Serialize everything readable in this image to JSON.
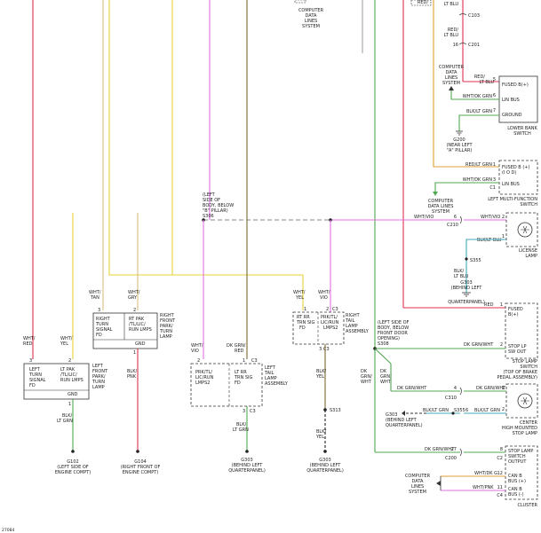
{
  "colors": {
    "red": "#e03050",
    "red_dark": "#c83030",
    "tan": "#d8c080",
    "yellow": "#e8d038",
    "orange": "#e0a030",
    "brown": "#7a6a30",
    "dark_green": "#50a850",
    "light_green": "#78c878",
    "pink": "#e070e0",
    "violet": "#d060d0",
    "blue": "#40a8b8",
    "black": "#333333",
    "grey": "#999999"
  },
  "top": {
    "computer_data_lines_system": [
      "COMPUTER",
      "DATA",
      "LINES",
      "SYSTEM"
    ],
    "red_lt_blu_1": [
      "RED/",
      "LT BLU"
    ],
    "c103": "C103",
    "red_lt_blu_2": [
      "RED/",
      "LT BLU"
    ],
    "c201": "C201",
    "pin_16": "16"
  },
  "lower_bank_switch": {
    "name": [
      "LOWER BANK",
      "SWITCH"
    ],
    "pins": [
      "FUSED B(+)",
      "LIN BUS",
      "GROUND"
    ],
    "pin_nums": [
      "5",
      "6",
      "7"
    ],
    "wires": [
      "RED/ LT BLU",
      "WHT/DK GRN",
      "BLK/LT GRN"
    ],
    "cdl": [
      "COMPUTER",
      "DATA",
      "LINES",
      "SYSTEM"
    ],
    "ground": [
      "G200",
      "(NEAR LEFT",
      "\"A\" PILLAR)"
    ]
  },
  "multifunction_switch": {
    "name": [
      "LEFT MULTI-FUNCTION",
      "SWITCH"
    ],
    "pins": [
      "FUSED B (+)",
      "(I O D)",
      "LIN BUS"
    ],
    "pin_nums": [
      "1",
      "3"
    ],
    "wires": [
      "RED/LT GRN",
      "WHT/DK GRN"
    ],
    "connector": "C1",
    "cdl": [
      "COMPUTER",
      "DATA LINES",
      "SYSTEM"
    ]
  },
  "splice_s306": {
    "note": [
      "(LEFT",
      "SIDE OF",
      "BODY, BELOW",
      "\"B\" PILLAR)"
    ],
    "splice": "S306",
    "wire": "WHT/VIO",
    "c210": "C210",
    "pin_6": "6"
  },
  "license_lamp": {
    "name": [
      "LICENSE",
      "LAMP"
    ],
    "wires": [
      "WHT/VIO",
      "BLK/LT BLU",
      "BLK/",
      "LT BLU"
    ],
    "pin_nums": [
      "2",
      "1"
    ],
    "ground": [
      "G303",
      "(BEHIND LEFT",
      "QUARTERPANEL)"
    ],
    "splice": "S355"
  },
  "left_turn_signal": {
    "name": [
      "LEFT",
      "TURN",
      "SIGNAL",
      "FD"
    ],
    "name2": [
      "LT PAK",
      "/TL/LIC/",
      "RUN LMPS"
    ],
    "side_label": [
      "LEFT",
      "FRONT",
      "PARK/",
      "TURN",
      "LAMP"
    ],
    "wires": [
      "WHT/",
      "RED",
      "WHT/",
      "YEL"
    ],
    "pin_nums": [
      "3",
      "2",
      "1"
    ],
    "gnd": "GND",
    "gnd_wire": [
      "BLK/",
      "LT GRN"
    ],
    "ground": [
      "G102",
      "(LEFT SIDE OF",
      "ENGINE COMPT)"
    ]
  },
  "right_turn_signal": {
    "name": [
      "RIGHT",
      "TURN",
      "SIGNAL",
      "FD"
    ],
    "name2": [
      "RT PAK",
      "/TL/LIC/",
      "RUN LMPS"
    ],
    "side_label": [
      "RIGHT",
      "FRONT",
      "PARK/",
      "TURN",
      "LAMP"
    ],
    "wires": [
      "WHT/",
      "TAN",
      "WHT/",
      "GRY"
    ],
    "pin_nums": [
      "3",
      "2",
      "1"
    ],
    "gnd": "GND",
    "gnd_wire": [
      "BLK/",
      "PNK"
    ],
    "ground": [
      "G104",
      "(RIGHT FRONT OF",
      "ENGINE COMPT)"
    ]
  },
  "left_tail_lamp": {
    "name": [
      "LEFT",
      "TAIL",
      "LAMP",
      "ASSEMBLY"
    ],
    "cells": [
      [
        "PRK/TL/",
        "LIC/RUN",
        "LMPS2"
      ],
      [
        "LT RR",
        "TRN SIG",
        "FD"
      ]
    ],
    "wires": [
      "WHT/",
      "VIO",
      "DK GRN/",
      "RED"
    ],
    "pin_nums": [
      "2",
      "1",
      "3"
    ],
    "c3": "C3",
    "gnd_wire": [
      "BLK/",
      "LT GRN"
    ],
    "ground": [
      "G303",
      "(BEHIND LEFT",
      "QUARTERPANEL)"
    ]
  },
  "right_tail_lamp": {
    "name": [
      "RIGHT",
      "TAIL",
      "LAMP",
      "ASSEMBLY"
    ],
    "cells": [
      [
        "RT RR",
        "TRN SIG",
        "FD"
      ],
      [
        "PRK/TL/",
        "LIC/RUN",
        "LMPS2"
      ]
    ],
    "wires": [
      "WHT/",
      "YEL",
      "WHT/",
      "VIO"
    ],
    "pin_nums": [
      "1",
      "2",
      "3"
    ],
    "c3": "C3",
    "gnd_wire": [
      "BLK/",
      "YEL"
    ],
    "splice": "S313",
    "gnd_wire2": [
      "BLK/",
      "YEL"
    ],
    "ground": [
      "G303",
      "(BEHIND LEFT",
      "QUARTERPANEL)"
    ]
  },
  "stop_lamp_switch": {
    "name": [
      "STOP LAMP",
      "SWITCH",
      "(TOP OF BRAKE",
      "PEDAL ASSEMBLY)"
    ],
    "pins": [
      "FUSED",
      "B(+)",
      "STOP LP",
      "SW OUT"
    ],
    "pin_nums": [
      "1",
      "2"
    ],
    "wires": [
      "RED",
      "DK GRN/WHT"
    ],
    "note": [
      "(LEFT SIDE OF",
      "BODY, BELOW",
      "FRONT DOOR",
      "OPENING)"
    ],
    "splice": "S308",
    "dk_grn_wht_1": [
      "DK",
      "GRN/",
      "WHT"
    ],
    "dk_grn_wht_2": [
      "DK",
      "GRN/",
      "WHT"
    ]
  },
  "chmsl": {
    "name": [
      "CENTER",
      "HIGH MOUNTED",
      "STOP LAMP"
    ],
    "wires": [
      "DK GRN/WHT",
      "BLK/LT GRN"
    ],
    "pin_nums": [
      "1",
      "2",
      "4",
      "6"
    ],
    "c310": "C310",
    "s355": "S355",
    "ground": [
      "G303",
      "(BEHIND LEFT",
      "QUARTERPANEL)"
    ],
    "blk_lt_grn_left": "BLK/LT GRN"
  },
  "cluster": {
    "name": "CLUSTER",
    "pins": [
      "STOP LAMP",
      "SWITCH",
      "OUTPUT",
      "CAN B",
      "BUS (+)",
      "CAN B",
      "BUS (-)"
    ],
    "pin_nums": [
      "27",
      "8",
      "12",
      "11"
    ],
    "wires": [
      "DK GRN/WHT",
      "WHT/DK G",
      "WHT/PNK"
    ],
    "connectors": [
      "C200",
      "C2",
      "C4"
    ],
    "cdl": [
      "COMPUTER",
      "DATA",
      "LINES",
      "SYSTEM"
    ]
  },
  "code": "27084"
}
